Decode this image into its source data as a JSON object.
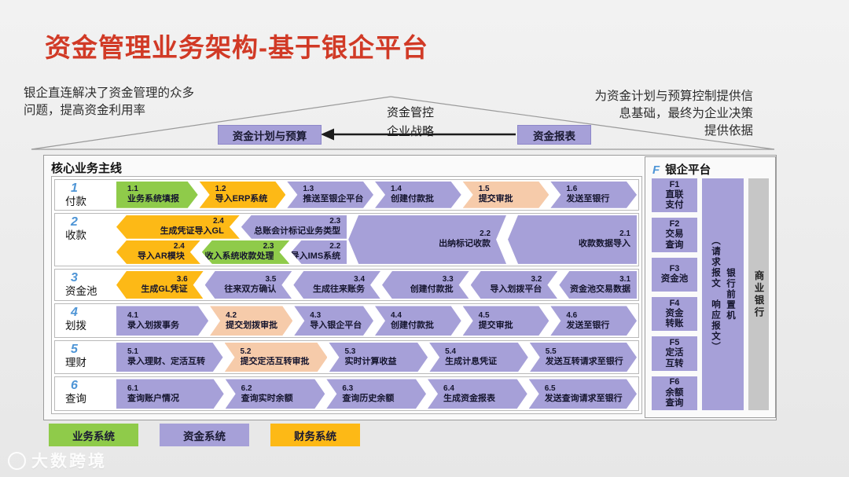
{
  "title": "资金管理业务架构-基于银企平台",
  "notes": {
    "left": "银企直连解决了资金管理的众多\n问题，提高资金利用率",
    "right": "为资金计划与预算控制提供信\n息基础，最终为企业决策\n提供依据"
  },
  "strategy": {
    "top_label_1": "资金管控",
    "top_label_2": "企业战略",
    "plan_box": "资金计划与预算",
    "report_box": "资金报表"
  },
  "main": {
    "title": "核心业务主线",
    "rows": [
      {
        "num": "1",
        "name": "付款",
        "dir": "right",
        "steps": [
          {
            "no": "1.1",
            "label": "业务系统填报",
            "color": "green"
          },
          {
            "no": "1.2",
            "label": "导入ERP系统",
            "color": "yellow"
          },
          {
            "no": "1.3",
            "label": "推送至银企平台",
            "color": "purple"
          },
          {
            "no": "1.4",
            "label": "创建付款批",
            "color": "purple"
          },
          {
            "no": "1.5",
            "label": "提交审批",
            "color": "peach"
          },
          {
            "no": "1.6",
            "label": "发送至银行",
            "color": "purple"
          }
        ]
      },
      {
        "num": "2",
        "name": "收款",
        "dir": "left",
        "top": [
          {
            "no": "2.4",
            "label": "生成凭证导入GL",
            "color": "yellow"
          },
          {
            "no": "2.3",
            "label": "总账会计标记业务类型",
            "color": "purple"
          }
        ],
        "bottom": [
          {
            "no": "2.4",
            "label": "导入AR模块",
            "color": "yellow"
          },
          {
            "no": "2.3",
            "label": "收入系统收款处理",
            "color": "green"
          },
          {
            "no": "2.2",
            "label": "导入IMS系统",
            "color": "purple"
          }
        ],
        "merged": [
          {
            "no": "2.2",
            "label": "出纳标记收款",
            "color": "purple"
          },
          {
            "no": "2.1",
            "label": "收款数据导入",
            "color": "purple"
          }
        ]
      },
      {
        "num": "3",
        "name": "资金池",
        "dir": "left",
        "steps": [
          {
            "no": "3.6",
            "label": "生成GL凭证",
            "color": "yellow"
          },
          {
            "no": "3.5",
            "label": "往来双方确认",
            "color": "purple"
          },
          {
            "no": "3.4",
            "label": "生成往来账务",
            "color": "purple"
          },
          {
            "no": "3.3",
            "label": "创建付款批",
            "color": "purple"
          },
          {
            "no": "3.2",
            "label": "导入划拨平台",
            "color": "purple"
          },
          {
            "no": "3.1",
            "label": "资金池交易数据",
            "color": "purple"
          }
        ]
      },
      {
        "num": "4",
        "name": "划拨",
        "dir": "right",
        "steps": [
          {
            "no": "4.1",
            "label": "录入划拨事务",
            "color": "purple"
          },
          {
            "no": "4.2",
            "label": "提交划拨审批",
            "color": "peach"
          },
          {
            "no": "4.3",
            "label": "导入银企平台",
            "color": "purple"
          },
          {
            "no": "4.4",
            "label": "创建付款批",
            "color": "purple"
          },
          {
            "no": "4.5",
            "label": "提交审批",
            "color": "purple"
          },
          {
            "no": "4.6",
            "label": "发送至银行",
            "color": "purple"
          }
        ]
      },
      {
        "num": "5",
        "name": "理财",
        "dir": "right",
        "steps": [
          {
            "no": "5.1",
            "label": "录入理财、定活互转",
            "color": "purple"
          },
          {
            "no": "5.2",
            "label": "提交定活互转审批",
            "color": "peach"
          },
          {
            "no": "5.3",
            "label": "实时计算收益",
            "color": "purple"
          },
          {
            "no": "5.4",
            "label": "生成计息凭证",
            "color": "purple"
          },
          {
            "no": "5.5",
            "label": "发送互转请求至银行",
            "color": "purple"
          }
        ]
      },
      {
        "num": "6",
        "name": "查询",
        "dir": "right",
        "steps": [
          {
            "no": "6.1",
            "label": "查询账户情况",
            "color": "purple"
          },
          {
            "no": "6.2",
            "label": "查询实时余额",
            "color": "purple"
          },
          {
            "no": "6.3",
            "label": "查询历史余额",
            "color": "purple"
          },
          {
            "no": "6.4",
            "label": "生成资金报表",
            "color": "purple"
          },
          {
            "no": "6.5",
            "label": "发送查询请求至银行",
            "color": "purple"
          }
        ]
      }
    ]
  },
  "platform": {
    "num": "F",
    "title": "银企平台",
    "functions": [
      {
        "no": "F1",
        "label": "直联\n支付"
      },
      {
        "no": "F2",
        "label": "交易\n查询"
      },
      {
        "no": "F3",
        "label": "资金池"
      },
      {
        "no": "F4",
        "label": "资金\n转账"
      },
      {
        "no": "F5",
        "label": "定活\n互转"
      },
      {
        "no": "F6",
        "label": "余额\n查询"
      }
    ],
    "gateway_sub": "（请求报文　响应报文）",
    "gateway_label": "银行前置机",
    "bank_label": "商业银行"
  },
  "legend": [
    {
      "label": "业务系统",
      "color": "green"
    },
    {
      "label": "资金系统",
      "color": "purple"
    },
    {
      "label": "财务系统",
      "color": "yellow"
    }
  ],
  "watermark": "大数跨境",
  "colors": {
    "green": "#8fcb4a",
    "yellow": "#fdb916",
    "purple": "#a6a0d8",
    "peach": "#f6cbaa",
    "title_red": "#d13a26"
  }
}
